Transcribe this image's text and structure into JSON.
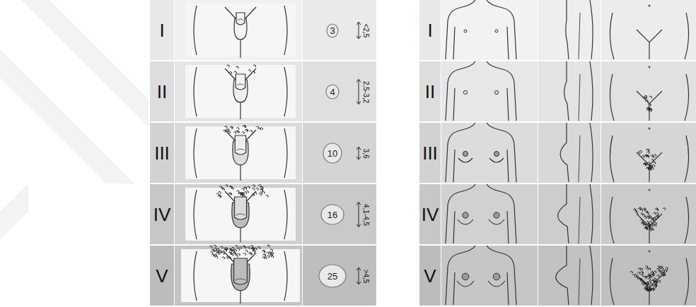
{
  "diagram": {
    "nodes": [
      {
        "text": [
          "3"
        ]
      },
      {
        "text": [
          "4"
        ]
      },
      {
        "text": [
          "10"
        ]
      },
      {
        "text": [
          "16"
        ]
      },
      {
        "text": [
          "25"
        ]
      }
    ],
    "labels": [
      "I",
      "<2,5",
      "I",
      "II",
      "2,5-3,2",
      "II",
      "III",
      "3,6",
      "III",
      "IV",
      "4,1-4,5",
      "IV",
      "V",
      ">4,5",
      "V"
    ]
  }
}
